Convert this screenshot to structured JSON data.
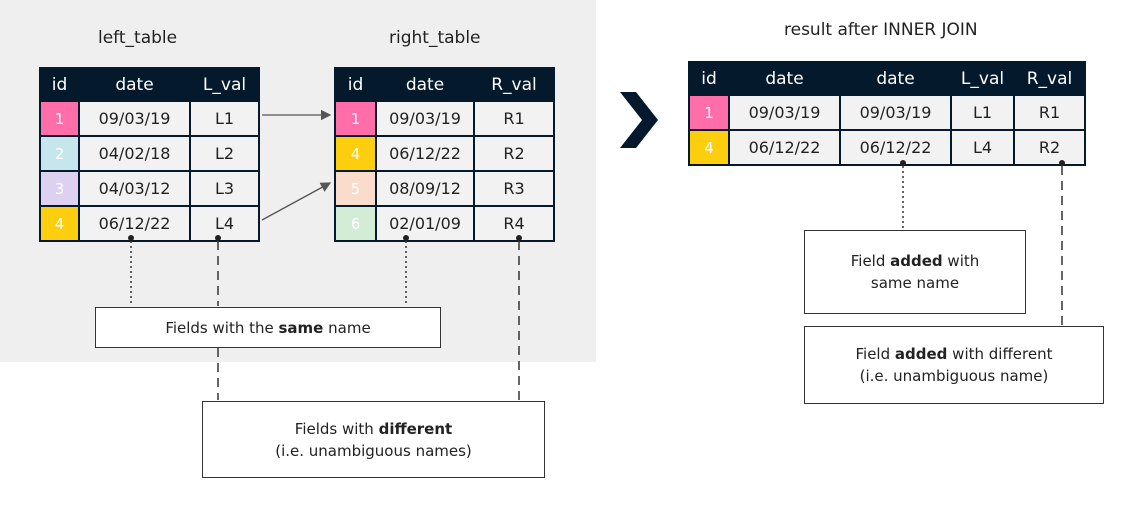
{
  "titles": {
    "left": "left_table",
    "right": "right_table",
    "result": "result after INNER JOIN"
  },
  "left_table": {
    "headers": [
      "id",
      "date",
      "L_val"
    ],
    "rows": [
      {
        "id": "1",
        "date": "09/03/19",
        "val": "L1",
        "color": "#ff6ea9"
      },
      {
        "id": "2",
        "date": "04/02/18",
        "val": "L2",
        "color": "#c5e6ec"
      },
      {
        "id": "3",
        "date": "04/03/12",
        "val": "L3",
        "color": "#dcd1f0"
      },
      {
        "id": "4",
        "date": "06/12/22",
        "val": "L4",
        "color": "#fcce0d"
      }
    ]
  },
  "right_table": {
    "headers": [
      "id",
      "date",
      "R_val"
    ],
    "rows": [
      {
        "id": "1",
        "date": "09/03/19",
        "val": "R1",
        "color": "#ff6ea9"
      },
      {
        "id": "4",
        "date": "06/12/22",
        "val": "R2",
        "color": "#fcce0d"
      },
      {
        "id": "5",
        "date": "08/09/12",
        "val": "R3",
        "color": "#f9dccb"
      },
      {
        "id": "6",
        "date": "02/01/09",
        "val": "R4",
        "color": "#d3ecd6"
      }
    ]
  },
  "result_table": {
    "headers": [
      "id",
      "date",
      "date",
      "L_val",
      "R_val"
    ],
    "rows": [
      {
        "id": "1",
        "date1": "09/03/19",
        "date2": "09/03/19",
        "lval": "L1",
        "rval": "R1",
        "color": "#ff6ea9"
      },
      {
        "id": "4",
        "date1": "06/12/22",
        "date2": "06/12/22",
        "lval": "L4",
        "rval": "R2",
        "color": "#fcce0d"
      }
    ]
  },
  "callouts": {
    "same_name": {
      "pre": "Fields with the ",
      "bold": "same",
      "post": " name"
    },
    "different": {
      "pre": "Fields with ",
      "bold": "different",
      "line2": "(i.e. unambiguous names)"
    },
    "added_same": {
      "pre": "Field ",
      "bold": "added",
      "post": " with",
      "line2": "same name"
    },
    "added_diff": {
      "pre": "Field ",
      "bold": "added",
      "post": " with different",
      "line2": "(i.e. unambiguous name)"
    }
  },
  "colors": {
    "header_bg": "#05192d",
    "panel_bg": "#efefef",
    "pink": "#ff6ea9",
    "yellow": "#fcce0d"
  },
  "icons": {
    "arrow": "chevron-right-icon"
  }
}
